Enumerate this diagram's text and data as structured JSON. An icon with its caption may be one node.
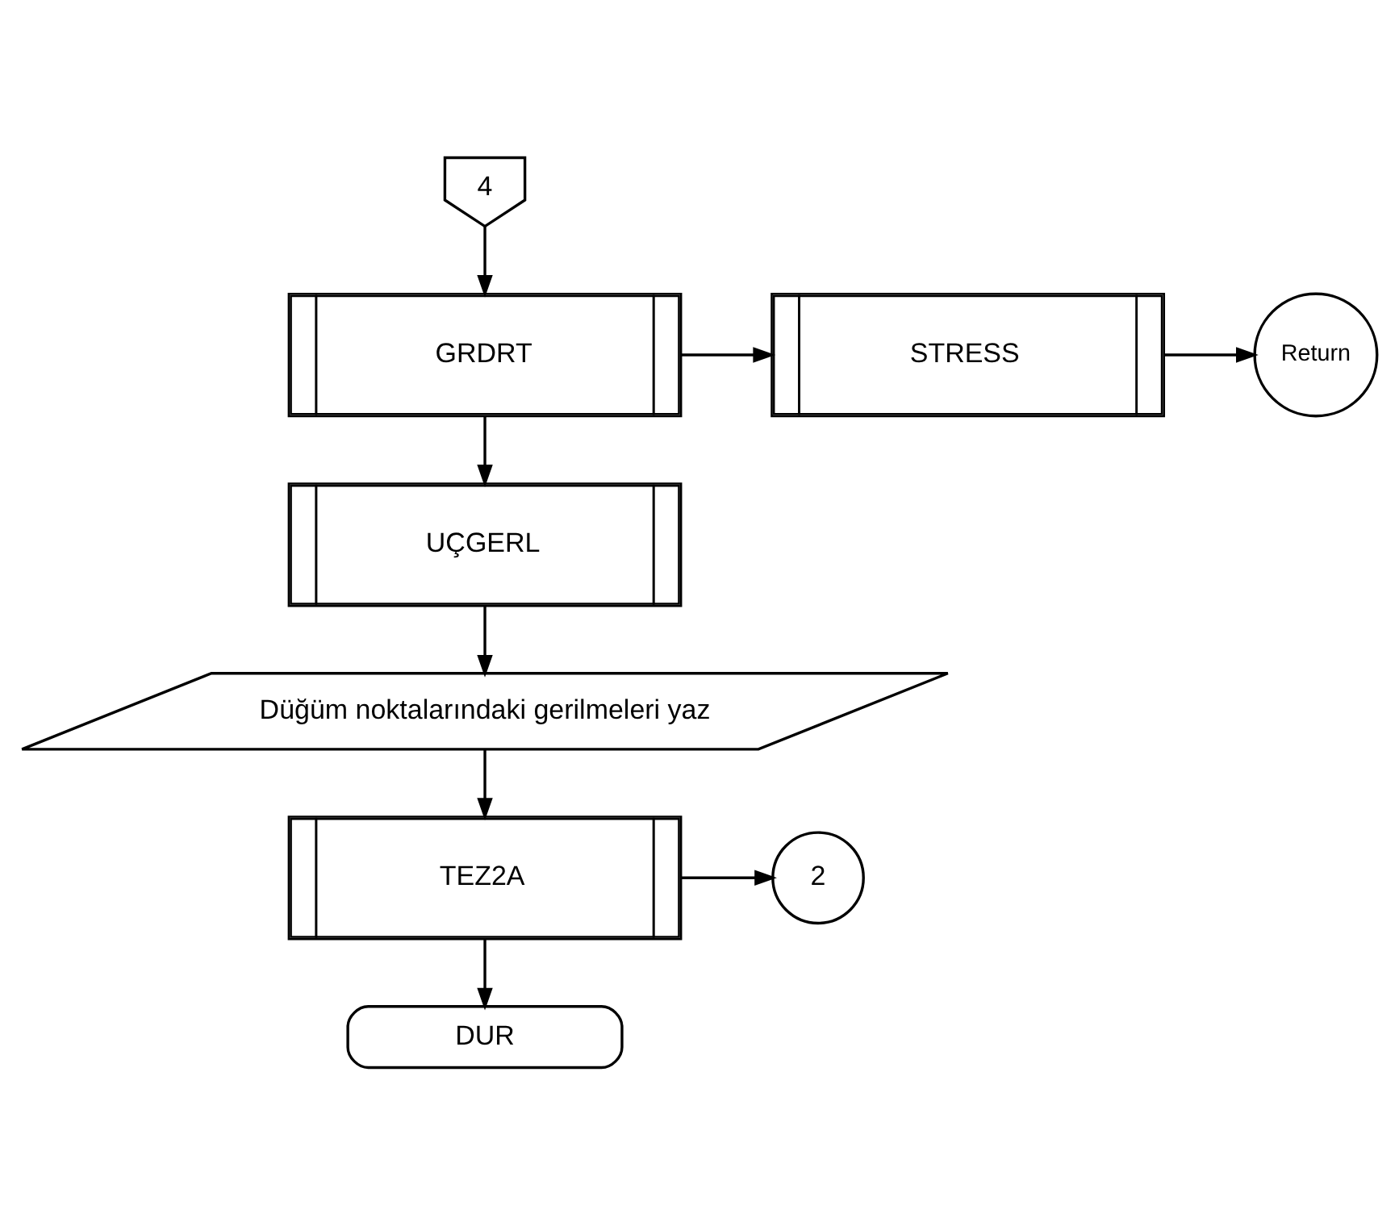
{
  "diagram": {
    "nodes": [
      {
        "text": [
          "4"
        ]
      },
      {
        "text": [
          "GRDRT"
        ]
      },
      {
        "text": [
          "STRESS"
        ]
      },
      {
        "text": [
          "Return"
        ]
      },
      {
        "text": [
          "UÇGERL"
        ]
      },
      {
        "text": [
          "Düğüm noktalarındaki gerilmeleri yaz"
        ]
      },
      {
        "text": [
          "TEZ2A"
        ]
      },
      {
        "text": [
          "2"
        ]
      },
      {
        "text": [
          "DUR"
        ]
      }
    ],
    "edges": [
      {
        "from": 0,
        "to": 1,
        "arrow": "to"
      },
      {
        "from": 1,
        "to": 2,
        "arrow": "to"
      },
      {
        "from": 2,
        "to": 3,
        "arrow": "to"
      },
      {
        "from": 1,
        "to": 4,
        "arrow": "to"
      },
      {
        "from": 4,
        "to": 5,
        "arrow": "to"
      },
      {
        "from": 5,
        "to": 6,
        "arrow": "to"
      },
      {
        "from": 6,
        "to": 7,
        "arrow": "to"
      },
      {
        "from": 6,
        "to": 8,
        "arrow": "to"
      }
    ]
  }
}
